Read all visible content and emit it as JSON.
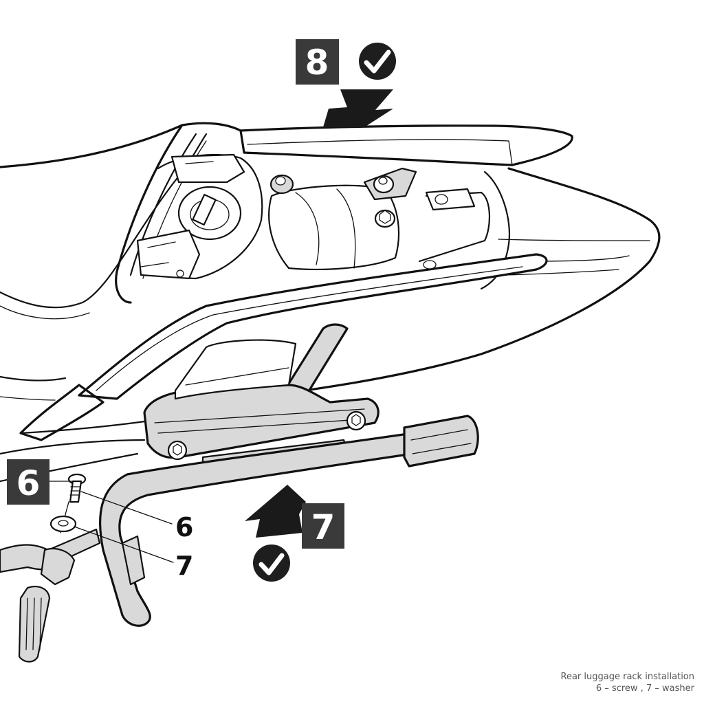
{
  "diagram": {
    "subject": "Rear luggage rack installation",
    "steps": [
      {
        "label": "8",
        "status": "check"
      },
      {
        "label": "7",
        "status": "check"
      },
      {
        "label": "6"
      }
    ],
    "callouts": [
      {
        "label": "6",
        "part": "screw"
      },
      {
        "label": "7",
        "part": "washer"
      }
    ],
    "colors": {
      "step_box": "#3a3a3a",
      "check_badge": "#1e1e1e",
      "part_fill": "#d9d9d9",
      "line": "#111111"
    }
  }
}
